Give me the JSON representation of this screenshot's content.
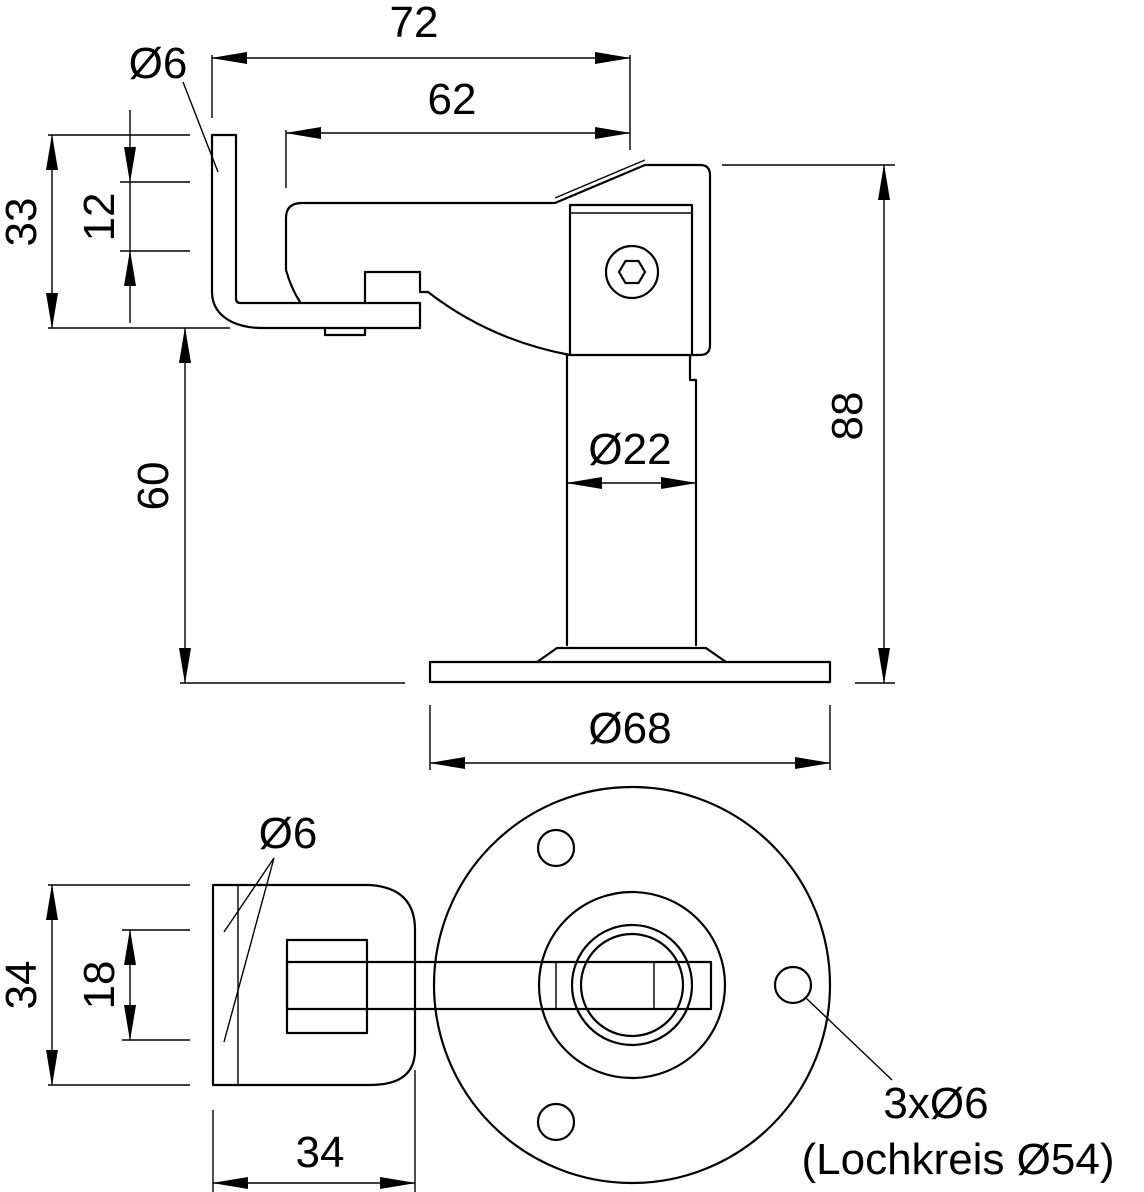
{
  "side_view": {
    "width_overall": "72",
    "width_arm": "62",
    "hole_bracket": "Ø6",
    "height_bracket": "33",
    "height_slot": "12",
    "height_to_arm": "60",
    "height_overall": "88",
    "diameter_tube": "Ø22",
    "diameter_base": "Ø68"
  },
  "top_view": {
    "hole_bracket": "Ø6",
    "height_bracket": "34",
    "height_slot": "18",
    "width_bracket": "34",
    "base_holes": "3xØ6",
    "hole_circle": "(Lochkreis Ø54)"
  }
}
